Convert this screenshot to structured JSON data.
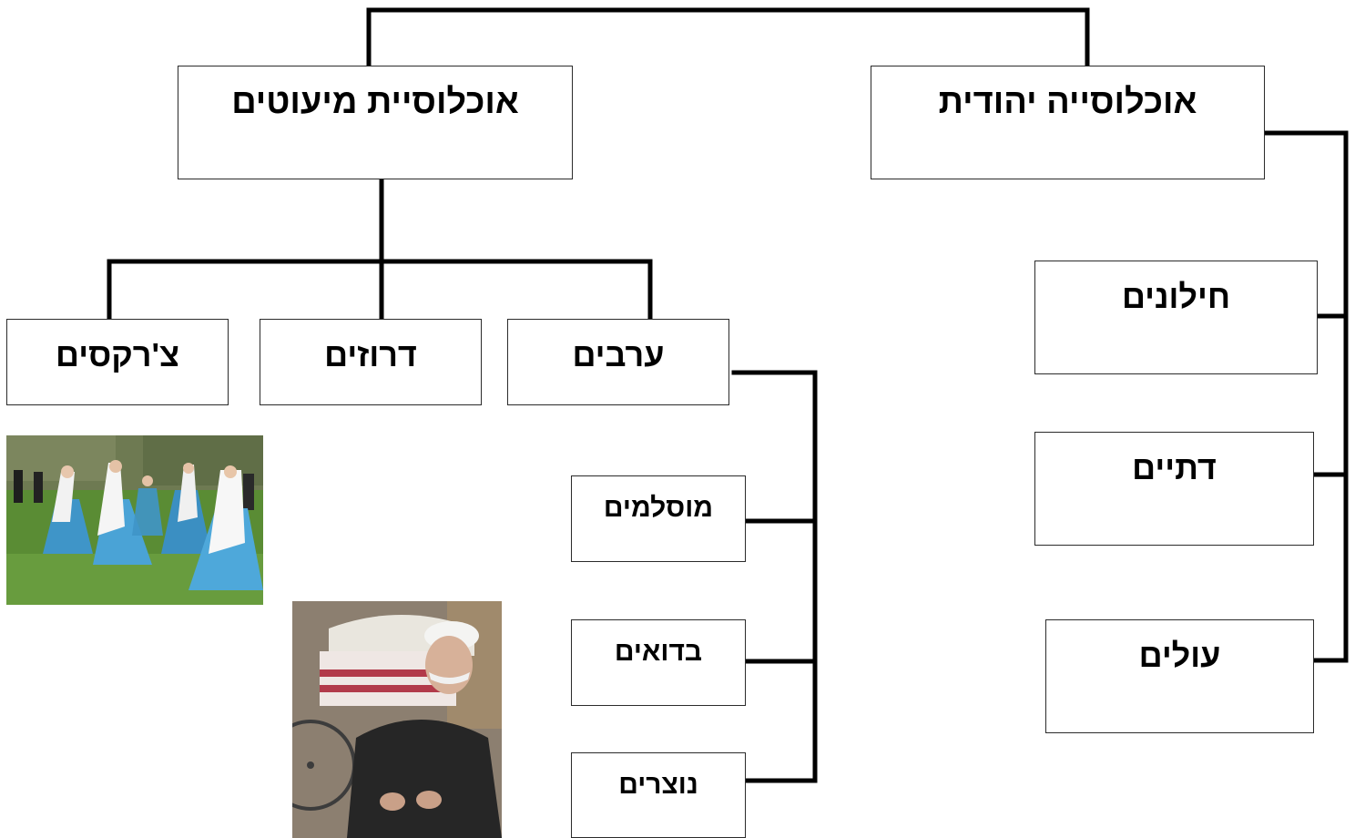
{
  "diagram": {
    "nodes": {
      "jewish_population": "אוכלוסייה יהודית",
      "minority_population": "אוכלוסיית מיעוטים",
      "secular": "חילונים",
      "religious": "דתיים",
      "immigrants": "עולים",
      "arabs": "ערבים",
      "druze": "דרוזים",
      "circassians": "צ'רקסים",
      "muslims": "מוסלמים",
      "bedouins": "בדואים",
      "christians": "נוצרים"
    }
  },
  "colors": {
    "line": "#000000",
    "box_border": "#2b2b2b",
    "text": "#000000",
    "background": "#ffffff"
  }
}
